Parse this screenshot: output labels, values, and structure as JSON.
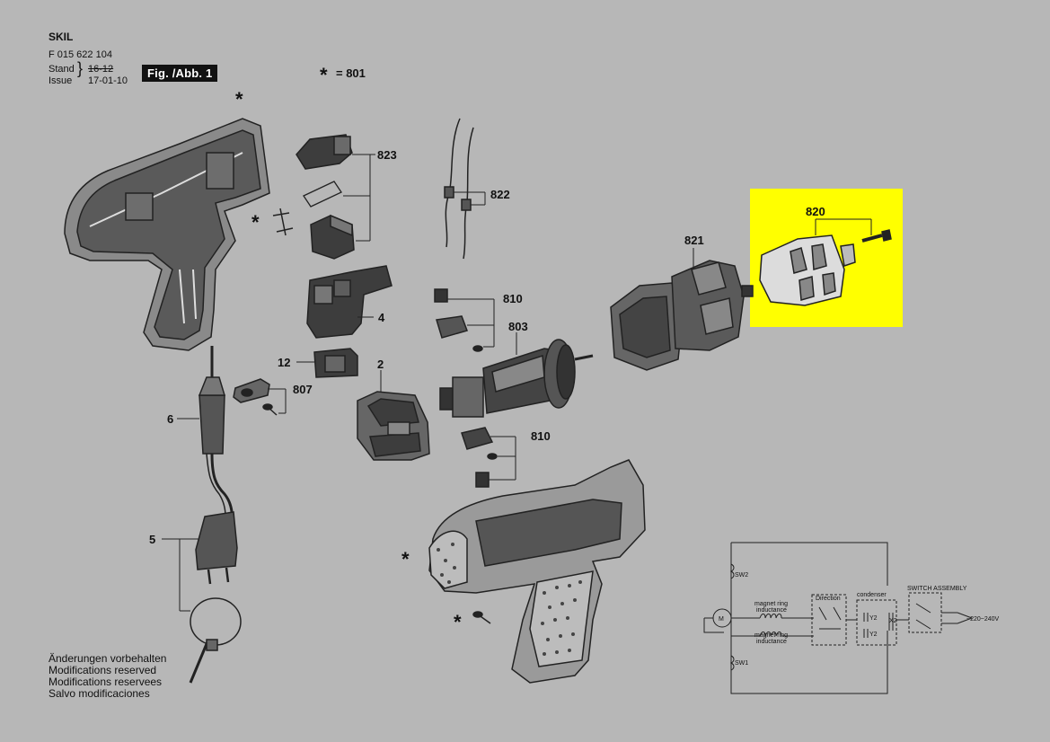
{
  "header": {
    "brand": "SKIL",
    "part_number": "F 015 622 104",
    "stand_label": "Stand",
    "stand_value": "16-12",
    "issue_label": "Issue",
    "issue_value": "17-01-10",
    "fig_label": "Fig. /Abb. 1",
    "star_legend": "= 801"
  },
  "callouts": {
    "c823": "823",
    "c822": "822",
    "c820": "820",
    "c821": "821",
    "c810a": "810",
    "c803": "803",
    "c4": "4",
    "c12": "12",
    "c2": "2",
    "c807": "807",
    "c6": "6",
    "c810b": "810",
    "c5": "5"
  },
  "star_symbol": "*",
  "notes": [
    "Änderungen vorbehalten",
    "Modifications reserved",
    "Modifications reservees",
    "Salvo modificaciones"
  ],
  "schematic": {
    "sw2": "SW2",
    "sw1": "SW1",
    "motor": "M",
    "magnet_ring_1": "magnet ring",
    "inductance_1": "inductance",
    "magnet_ring_2": "magnet ring",
    "inductance_2": "inductance",
    "direction": "Direction",
    "condenser": "condenser",
    "y2a": "Y2",
    "y2b": "Y2",
    "x2": "X2",
    "switch_assembly": "SWITCH ASSEMBLY",
    "voltage": "~220~240V"
  },
  "colors": {
    "background": "#b7b7b7",
    "highlight": "#ffff00",
    "part_dark": "#3a3a3a",
    "part_mid": "#6f6f6f",
    "part_light": "#dcdcdc"
  }
}
